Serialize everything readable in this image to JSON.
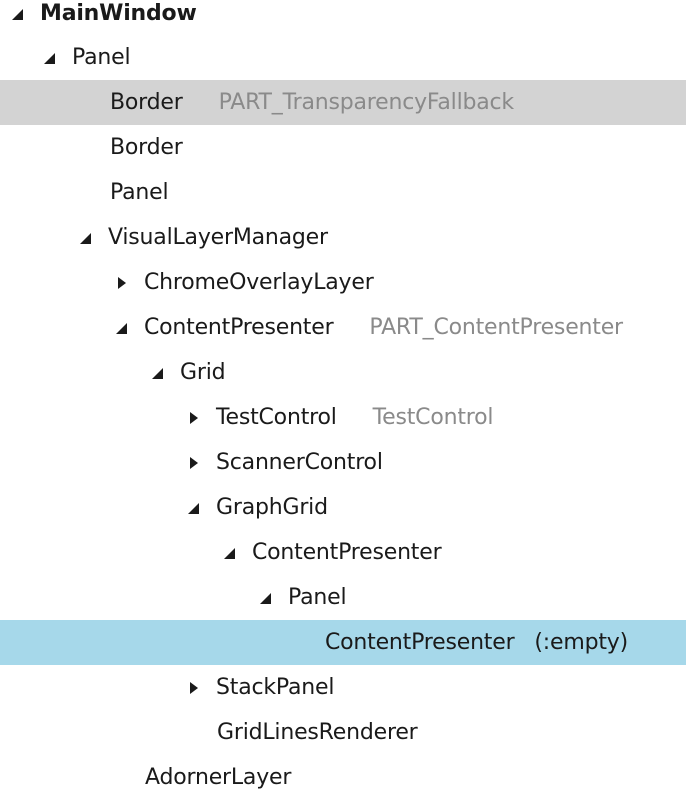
{
  "tree": {
    "rows": [
      {
        "type": "MainWindow",
        "name": "",
        "expander": "expanded",
        "state": ""
      },
      {
        "type": "Panel",
        "name": "",
        "expander": "expanded",
        "state": ""
      },
      {
        "type": "Border",
        "name": "PART_TransparencyFallback",
        "expander": "none",
        "state": "hover"
      },
      {
        "type": "Border",
        "name": "",
        "expander": "none",
        "state": ""
      },
      {
        "type": "Panel",
        "name": "",
        "expander": "none",
        "state": ""
      },
      {
        "type": "VisualLayerManager",
        "name": "",
        "expander": "expanded",
        "state": ""
      },
      {
        "type": "ChromeOverlayLayer",
        "name": "",
        "expander": "collapsed",
        "state": ""
      },
      {
        "type": "ContentPresenter",
        "name": "PART_ContentPresenter",
        "expander": "expanded",
        "state": ""
      },
      {
        "type": "Grid",
        "name": "",
        "expander": "expanded",
        "state": ""
      },
      {
        "type": "TestControl",
        "name": "TestControl",
        "expander": "collapsed",
        "state": ""
      },
      {
        "type": "ScannerControl",
        "name": "",
        "expander": "collapsed",
        "state": ""
      },
      {
        "type": "GraphGrid",
        "name": "",
        "expander": "expanded",
        "state": ""
      },
      {
        "type": "ContentPresenter",
        "name": "",
        "expander": "expanded",
        "state": ""
      },
      {
        "type": "Panel",
        "name": "",
        "expander": "expanded",
        "state": ""
      },
      {
        "type": "ContentPresenter",
        "name": "(:empty)",
        "expander": "none",
        "state": "selected"
      },
      {
        "type": "StackPanel",
        "name": "",
        "expander": "collapsed",
        "state": ""
      },
      {
        "type": "GridLinesRenderer",
        "name": "",
        "expander": "none",
        "state": ""
      },
      {
        "type": "AdornerLayer",
        "name": "",
        "expander": "none",
        "state": ""
      }
    ]
  }
}
